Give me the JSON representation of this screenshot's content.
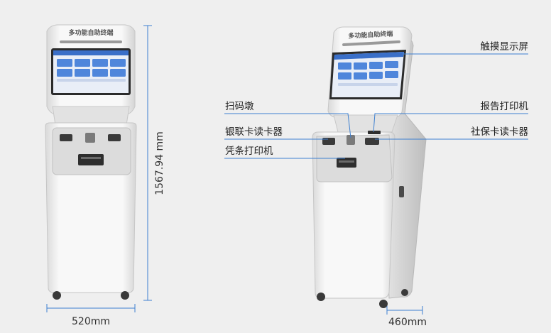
{
  "kiosk": {
    "header_text": "多功能自助终端"
  },
  "dimensions": {
    "height": "1567.94 mm",
    "width_front": "520mm",
    "depth_side": "460mm"
  },
  "callouts": {
    "touch_screen": "触摸显示屏",
    "scanner": "扫码墩",
    "report_printer": "报告打印机",
    "bank_card_reader": "银联卡读卡器",
    "social_card_reader": "社保卡读卡器",
    "receipt_printer": "凭条打印机"
  },
  "colors": {
    "accent_line": "#3d7fd0",
    "screen_blue": "#2f66c4",
    "body_white": "#f7f7f7"
  }
}
